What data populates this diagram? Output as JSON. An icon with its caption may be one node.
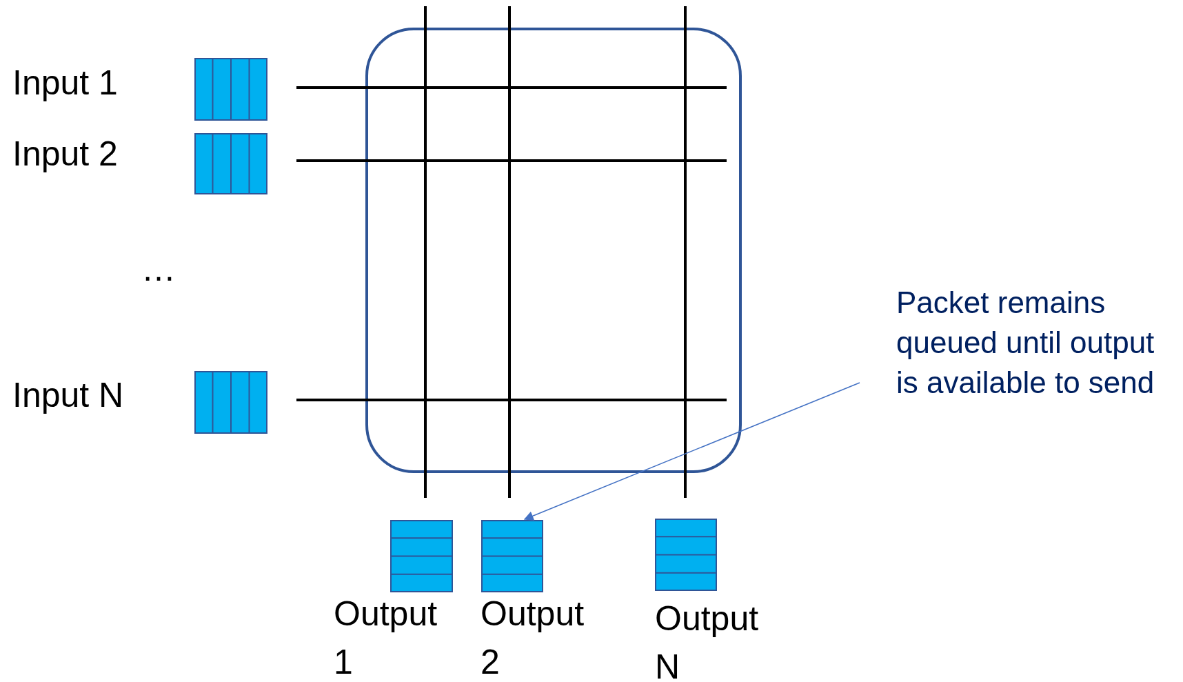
{
  "diagram": {
    "nodes": [
      {
        "text": [],
        "shape": "box"
      },
      {
        "text": [],
        "shape": "box",
        "beside": [
          "Input 1"
        ]
      },
      {
        "text": [],
        "shape": "box",
        "beside": [
          "Input 2"
        ]
      },
      {
        "text": [],
        "shape": "box",
        "beside": [
          "Input N"
        ]
      },
      {
        "text": [],
        "shape": "box",
        "beside": [
          "Output 1"
        ]
      },
      {
        "text": [],
        "shape": "box",
        "beside": [
          "Output 2"
        ]
      },
      {
        "text": [],
        "shape": "box",
        "beside": [
          "Output N"
        ]
      },
      {
        "text": [
          "Packet remains queued until output is available to send"
        ]
      }
    ],
    "edges": [
      {
        "from": 7,
        "to": 5,
        "arrow": "to"
      }
    ],
    "labels": [
      "…"
    ]
  }
}
